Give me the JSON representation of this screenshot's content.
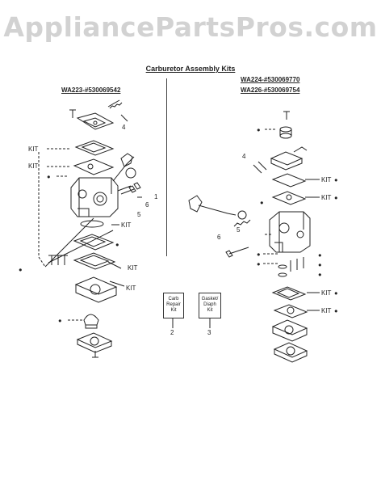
{
  "watermark": "AppliancePartsPros.com",
  "title": "Carburetor Assembly Kits",
  "left_model": "WA223-#530069542",
  "right_model_1": "WA224-#530069770",
  "right_model_2": "WA226-#530069754",
  "labels": {
    "kit": "KIT",
    "n1": "1",
    "n2": "2",
    "n3": "3",
    "n4": "4",
    "n5": "5",
    "n6": "6",
    "bullet": "●"
  },
  "box_repair": {
    "line1": "Carb",
    "line2": "Repair",
    "line3": "Kit"
  },
  "box_gasket": {
    "line1": "Gasket/",
    "line2": "Diaph",
    "line3": "Kit"
  }
}
